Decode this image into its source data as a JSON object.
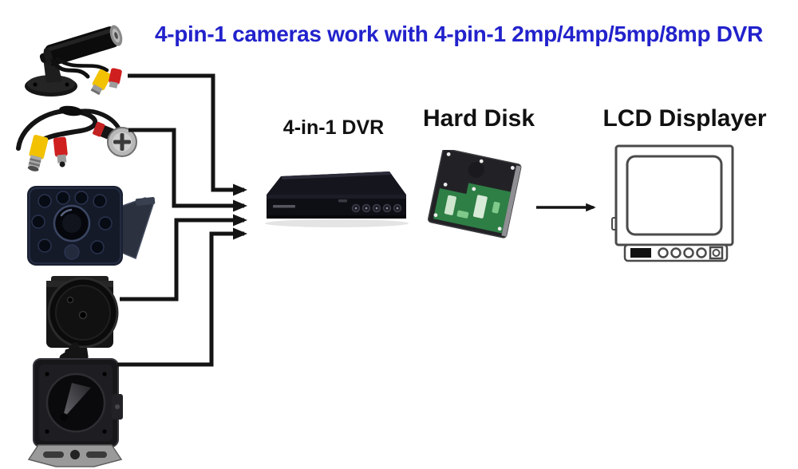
{
  "title": "4-pin-1 cameras work with 4-pin-1 2mp/4mp/5mp/8mp DVR",
  "colors": {
    "title_blue": "#2222cc",
    "label_black": "#111111",
    "arrow_black": "#141414",
    "connector_yellow": "#f2c200",
    "connector_red": "#cf1f1f",
    "pcb_green": "#2e7f45",
    "monitor_outline": "#4a4a4a"
  },
  "devices": {
    "cameras": [
      {
        "icon": "bullet-camera-icon"
      },
      {
        "icon": "bnc-av-cable-icon"
      },
      {
        "icon": "ir-mini-camera-icon"
      },
      {
        "icon": "button-pinhole-camera-icon"
      },
      {
        "icon": "metal-pinhole-camera-icon"
      }
    ],
    "dvr": {
      "label": "4-in-1 DVR",
      "icon": "dvr-icon"
    },
    "hard_disk": {
      "label": "Hard Disk",
      "icon": "hard-disk-icon"
    },
    "lcd": {
      "label": "LCD Displayer",
      "icon": "lcd-monitor-icon"
    }
  }
}
